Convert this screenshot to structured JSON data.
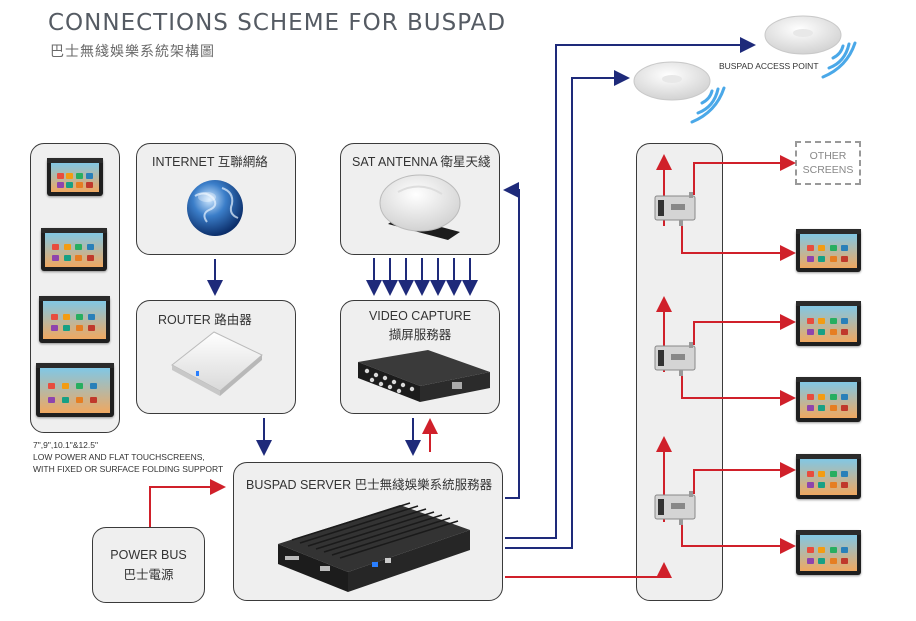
{
  "title": "CONNECTIONS SCHEME FOR BUSPAD",
  "subtitle": "巴士無綫娛樂系統架構圖",
  "internet": {
    "label": "INTERNET  互聯網絡"
  },
  "router": {
    "label": "ROUTER  路由器"
  },
  "sat_antenna": {
    "label": "SAT ANTENNA 衛星天綫"
  },
  "video_capture": {
    "label_en": "VIDEO CAPTURE",
    "label_zh": "擷屏服務器"
  },
  "server": {
    "label": "BUSPAD SERVER  巴士無綫娛樂系統服務器"
  },
  "power_bus": {
    "label_en": "POWER BUS",
    "label_zh": "巴士電源"
  },
  "access_point": {
    "label": "BUSPAD ACCESS POINT"
  },
  "other_screens": {
    "line1": "OTHER",
    "line2": "SCREENS"
  },
  "screens_note": {
    "line1": "7\",9\",10.1\"&12.5\"",
    "line2": "LOW POWER AND FLAT TOUCHSCREENS,",
    "line3": "WITH FIXED OR SURFACE FOLDING SUPPORT"
  },
  "colors": {
    "network_line": "#1e2a7a",
    "power_line": "#d0202a",
    "panel_bg": "#efefef",
    "wifi": "#4aa8e8"
  },
  "icons": [
    "globe-icon",
    "router-icon",
    "satellite-dome-icon",
    "capture-box-icon",
    "server-box-icon",
    "access-point-icon",
    "wifi-waves-icon",
    "splitter-icon",
    "tablet-icon"
  ]
}
